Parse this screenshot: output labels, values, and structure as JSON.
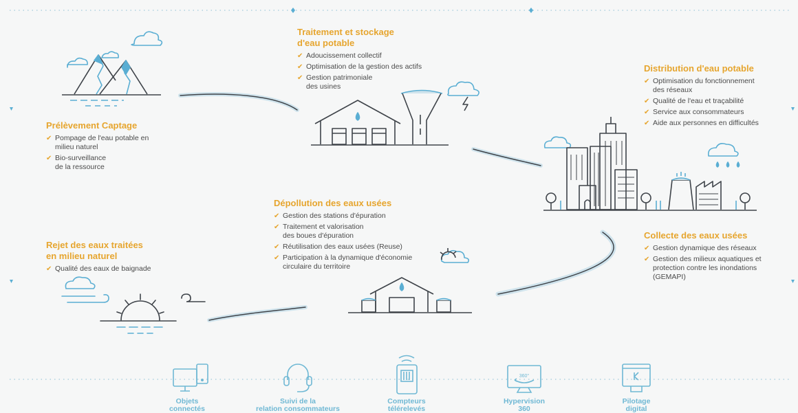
{
  "blocks": {
    "prelevement": {
      "title": "Prélèvement Captage",
      "items": [
        "Pompage de l'eau potable en\nmilieu naturel",
        "Bio-surveillance\nde la ressource"
      ]
    },
    "traitement": {
      "title": "Traitement et stockage\nd'eau potable",
      "items": [
        "Adoucissement collectif",
        "Optimisation de la gestion des actifs",
        "Gestion patrimoniale\ndes usines"
      ]
    },
    "distribution": {
      "title": "Distribution d'eau potable",
      "items": [
        "Optimisation du fonctionnement\ndes réseaux",
        "Qualité de l'eau et traçabilité",
        "Service aux consommateurs",
        "Aide aux personnes en difficultés"
      ]
    },
    "depollution": {
      "title": "Dépollution des eaux usées",
      "items": [
        "Gestion des stations d'épuration",
        "Traitement et valorisation\ndes boues d'épuration",
        "Réutilisation des eaux usées (Reuse)",
        "Participation à la dynamique d'économie\ncirculaire du territoire"
      ]
    },
    "collecte": {
      "title": "Collecte des eaux usées",
      "items": [
        "Gestion dynamique des réseaux",
        "Gestion des milieux aquatiques et\nprotection contre les inondations\n(GEMAPI)"
      ]
    },
    "rejet": {
      "title": "Rejet des eaux traitées\nen milieu naturel",
      "items": [
        "Qualité des eaux de baignade"
      ]
    }
  },
  "tools": [
    {
      "label": "Objets\nconnectés",
      "icon": "connected-devices-icon"
    },
    {
      "label": "Suivi de la\nrelation consommateurs",
      "icon": "headset-icon"
    },
    {
      "label": "Compteurs\ntélérelevés",
      "icon": "smart-meter-icon"
    },
    {
      "label": "Hypervision\n360",
      "icon": "hypervision-monitor-icon"
    },
    {
      "label": "Pilotage\ndigital",
      "icon": "digital-control-icon"
    }
  ],
  "hypervision_badge": "360°",
  "colors": {
    "accent": "#e6a52e",
    "water": "#5aaed3",
    "line": "#3e4349",
    "flow": "#cfe3ec",
    "tool": "#6fb8d4",
    "background": "#f6f7f7"
  }
}
